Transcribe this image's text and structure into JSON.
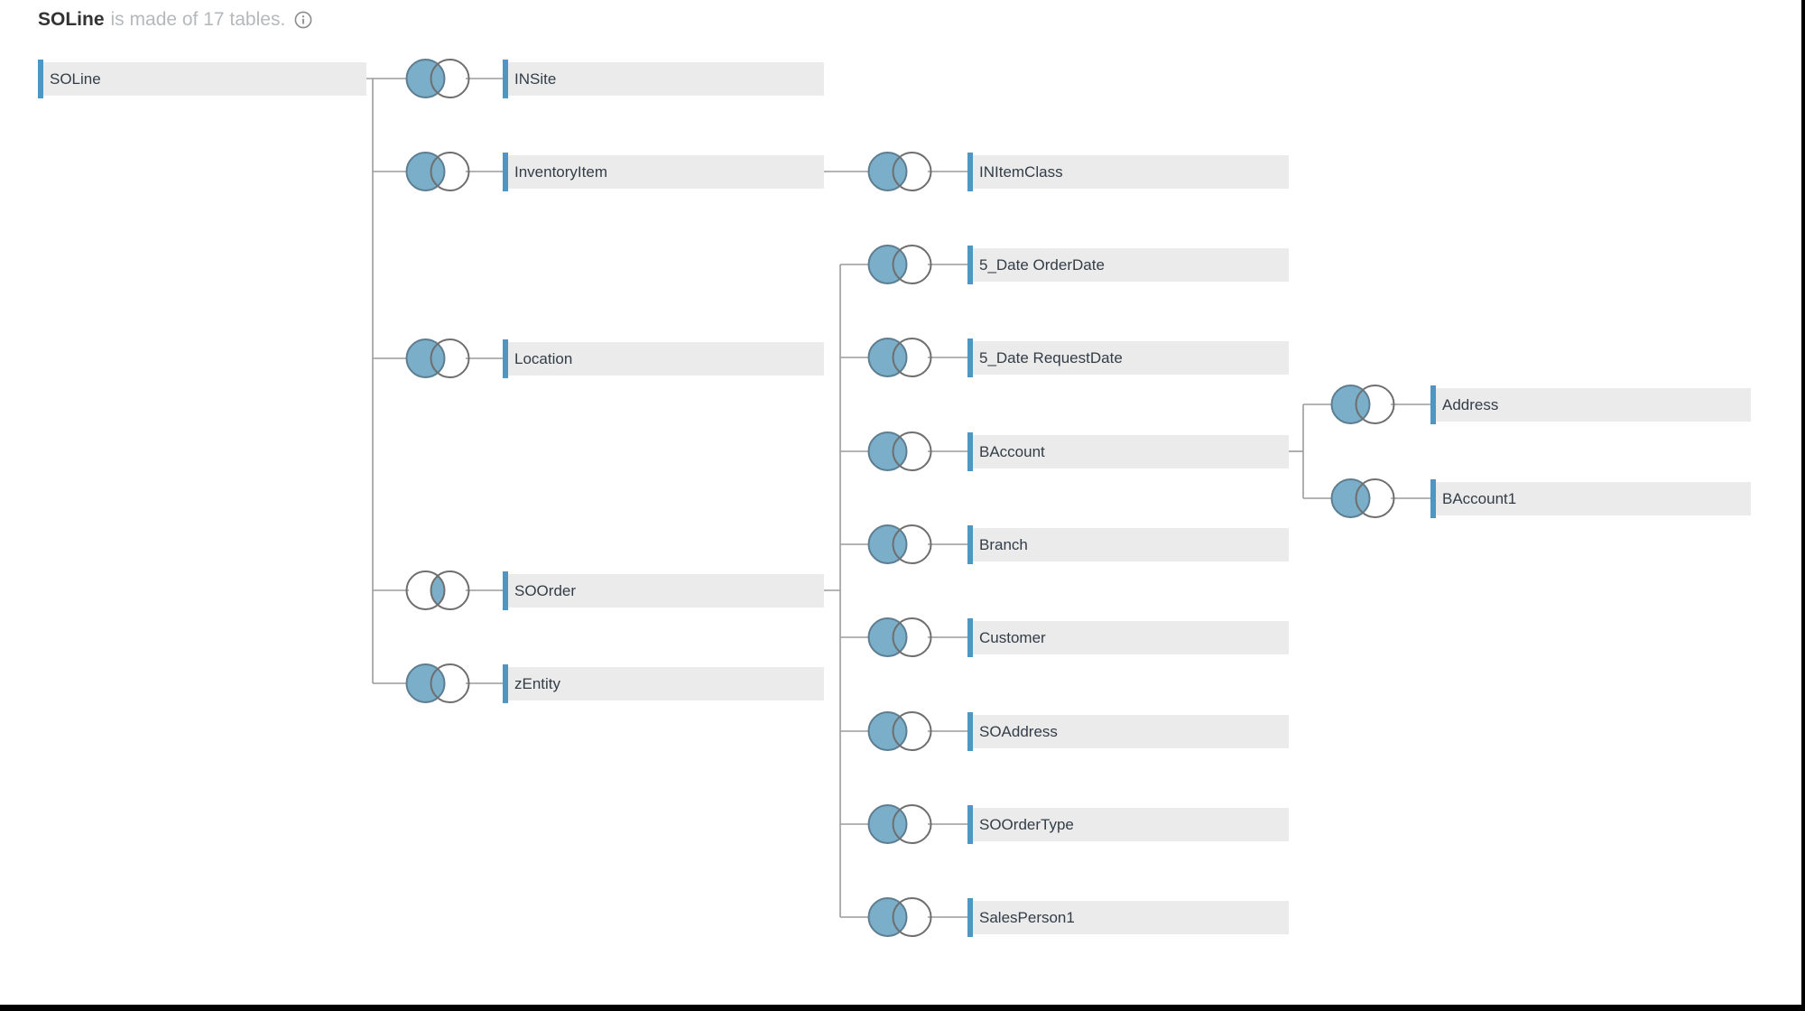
{
  "header": {
    "table_name": "SOLine",
    "subtitle": "is made of 17 tables.",
    "info_icon": "info-icon"
  },
  "colors": {
    "accent_blue": "#4E97C4",
    "venn_fill_blue": "#7BAEC8",
    "venn_stroke": "#6E6E6E",
    "node_bar_bg": "#EBEBEB",
    "connector_gray": "#9B9B9B",
    "label_text": "#333D47",
    "title_text": "#333333",
    "subtitle_text": "#B5B9BC",
    "frame_black": "#000000"
  },
  "diagram": {
    "root": {
      "id": "soline",
      "label": "SOLine"
    },
    "nodes": [
      {
        "id": "insite",
        "label": "INSite",
        "join": "left",
        "parent": "soline"
      },
      {
        "id": "inventoryitem",
        "label": "InventoryItem",
        "join": "left",
        "parent": "soline"
      },
      {
        "id": "location",
        "label": "Location",
        "join": "left",
        "parent": "soline"
      },
      {
        "id": "soorder",
        "label": "SOOrder",
        "join": "inner",
        "parent": "soline"
      },
      {
        "id": "zentity",
        "label": "zEntity",
        "join": "left",
        "parent": "soline"
      },
      {
        "id": "initemclass",
        "label": "INItemClass",
        "join": "left",
        "parent": "inventoryitem"
      },
      {
        "id": "date_orderdate",
        "label": "5_Date OrderDate",
        "join": "left",
        "parent": "soorder"
      },
      {
        "id": "date_requestdate",
        "label": "5_Date RequestDate",
        "join": "left",
        "parent": "soorder"
      },
      {
        "id": "baccount",
        "label": "BAccount",
        "join": "left",
        "parent": "soorder"
      },
      {
        "id": "branch",
        "label": "Branch",
        "join": "left",
        "parent": "soorder"
      },
      {
        "id": "customer",
        "label": "Customer",
        "join": "left",
        "parent": "soorder"
      },
      {
        "id": "soaddress",
        "label": "SOAddress",
        "join": "left",
        "parent": "soorder"
      },
      {
        "id": "soordertype",
        "label": "SOOrderType",
        "join": "left",
        "parent": "soorder"
      },
      {
        "id": "salesperson1",
        "label": "SalesPerson1",
        "join": "left",
        "parent": "soorder"
      },
      {
        "id": "address",
        "label": "Address",
        "join": "left",
        "parent": "baccount"
      },
      {
        "id": "baccount1",
        "label": "BAccount1",
        "join": "left",
        "parent": "baccount"
      }
    ]
  }
}
